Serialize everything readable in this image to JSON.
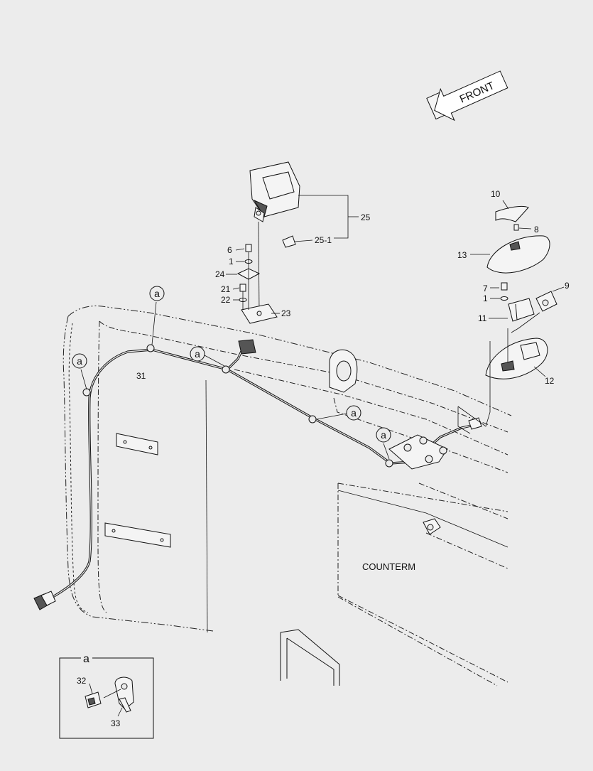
{
  "diagram": {
    "direction_label": "FRONT",
    "counterweight_label": "COUNTERM",
    "detail_title": "a",
    "callout_letter": "a",
    "parts": {
      "p1a": "1",
      "p1b": "1",
      "p6": "6",
      "p7": "7",
      "p8": "8",
      "p9": "9",
      "p10": "10",
      "p11": "11",
      "p12": "12",
      "p13": "13",
      "p21": "21",
      "p22": "22",
      "p23": "23",
      "p24": "24",
      "p25": "25",
      "p25_1": "25-1",
      "p31": "31",
      "p32": "32",
      "p33": "33"
    }
  }
}
